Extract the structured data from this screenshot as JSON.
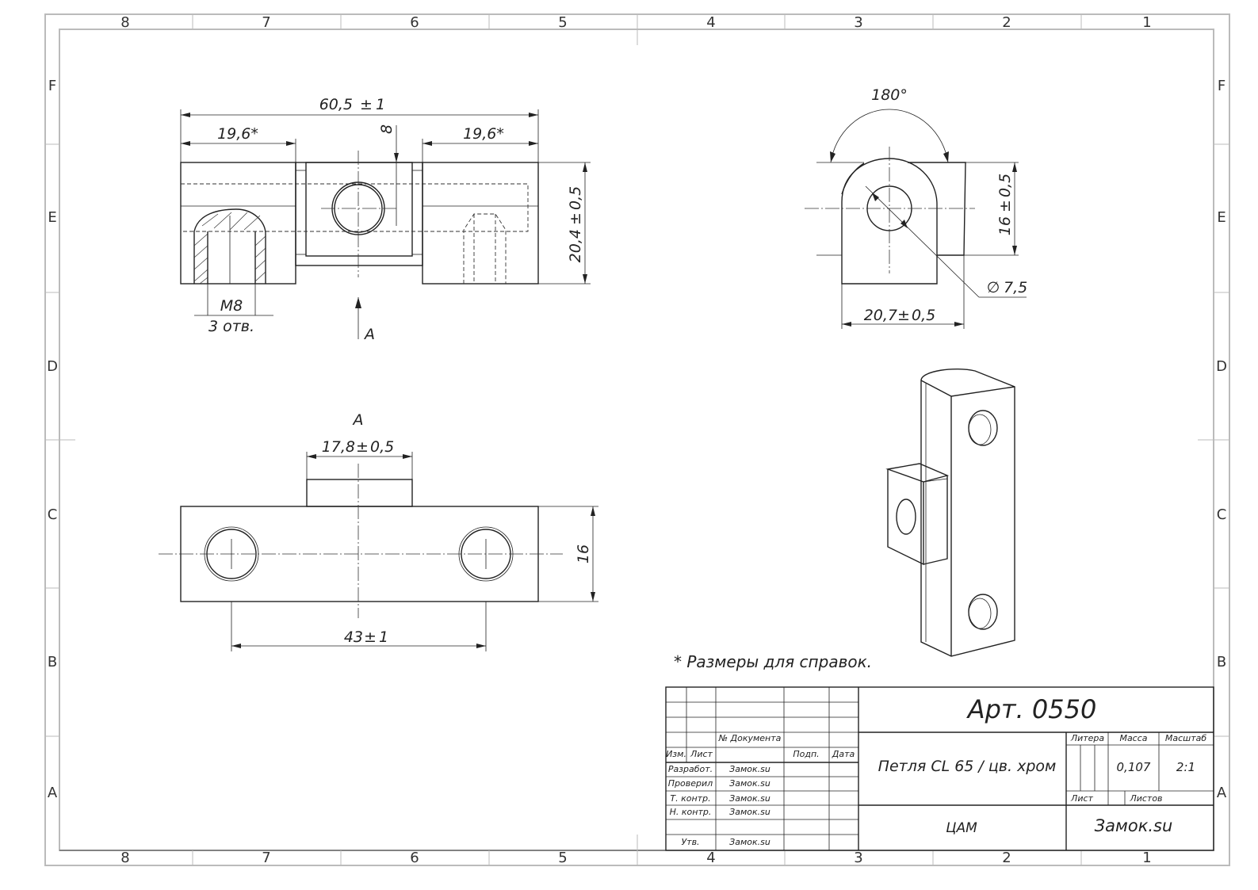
{
  "zones": {
    "columns": [
      "8",
      "7",
      "6",
      "5",
      "4",
      "3",
      "2",
      "1"
    ],
    "rows": [
      "F",
      "E",
      "D",
      "C",
      "B",
      "A"
    ]
  },
  "dimensions": {
    "overall_length": "60,5",
    "overall_tol": "±",
    "overall_tol_val": "1",
    "left_leaf": "19,6*",
    "right_leaf": "19,6*",
    "offset": "8",
    "height": "20,4",
    "height_tol": "±",
    "height_tol_val": "0,5",
    "thread": "M8",
    "thread_count": "3 отв.",
    "view_label": "A",
    "angle": "180°",
    "side_height": "16",
    "side_height_tol": "±",
    "side_height_tol_val": "0,5",
    "diameter_sym": "∅",
    "diameter": "7,5",
    "side_width": "20,7",
    "side_width_tol": "±",
    "side_width_tol_val": "0,5",
    "knuckle_width": "17,8",
    "knuckle_tol": "±",
    "knuckle_tol_val": "0,5",
    "plate_height": "16",
    "hole_spacing": "43",
    "hole_tol": "±",
    "hole_tol_val": "1"
  },
  "note": "* Размеры для справок.",
  "title_block": {
    "article": "Арт. 0550",
    "name": "Петля CL 65 / цв. хром",
    "org": "ЦАМ",
    "company": "Замок.su",
    "doc_no": "№ Документа",
    "col_izm": "Изм.",
    "col_list": "Лист",
    "col_podp": "Подп.",
    "col_data": "Дата",
    "rows": [
      {
        "role": "Разработ.",
        "name": "Замок.su"
      },
      {
        "role": "Проверил",
        "name": "Замок.su"
      },
      {
        "role": "Т. контр.",
        "name": "Замок.su"
      },
      {
        "role": "Н. контр.",
        "name": "Замок.su"
      },
      {
        "role": "",
        "name": ""
      },
      {
        "role": "Утв.",
        "name": "Замок.su"
      }
    ],
    "litera_label": "Литера",
    "mass_label": "Масса",
    "scale_label": "Масштаб",
    "mass": "0,107",
    "scale": "2:1",
    "sheet_label": "Лист",
    "sheets_label": "Листов"
  }
}
